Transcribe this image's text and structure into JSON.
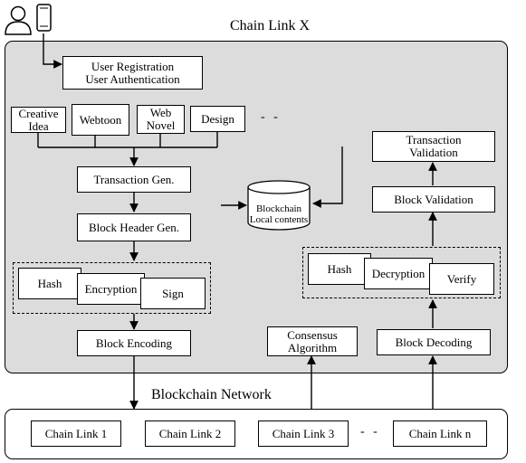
{
  "title": "Chain Link X",
  "network_label": "Blockchain Network",
  "actor_icons": [
    "user-icon",
    "smartphone-icon"
  ],
  "left_flow": {
    "user_reg_line1": "User Registration",
    "user_reg_line2": "User Authentication",
    "content_types": [
      {
        "line1": "Creative",
        "line2": "Idea"
      },
      {
        "line1": "Webtoon",
        "line2": ""
      },
      {
        "line1": "Web",
        "line2": "Novel"
      },
      {
        "line1": "Design",
        "line2": ""
      }
    ],
    "content_more": "- -",
    "transaction_gen": "Transaction Gen.",
    "block_header_gen": "Block Header Gen.",
    "hash": "Hash",
    "encryption": "Encryption",
    "sign": "Sign",
    "block_encoding": "Block Encoding"
  },
  "storage": {
    "line1": "Blockchain",
    "line2": "Local contents"
  },
  "right_flow": {
    "transaction_validation_line1": "Transaction",
    "transaction_validation_line2": "Validation",
    "block_validation": "Block Validation",
    "hash": "Hash",
    "decryption": "Decryption",
    "verify": "Verify",
    "consensus_line1": "Consensus",
    "consensus_line2": "Algorithm",
    "block_decoding": "Block Decoding"
  },
  "chain_links": [
    "Chain Link 1",
    "Chain Link 2",
    "Chain Link 3",
    "Chain Link n"
  ],
  "chain_more": "- -"
}
